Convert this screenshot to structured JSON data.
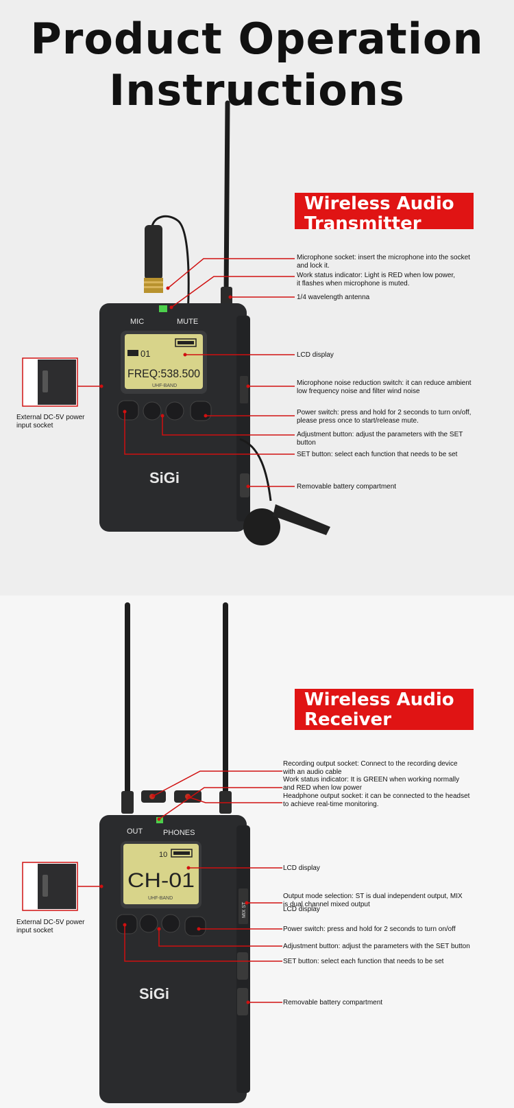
{
  "title": {
    "line1": "Product Operation",
    "line2": "Instructions"
  },
  "transmitter": {
    "banner": {
      "line1": "Wireless Audio",
      "line2": "Transmitter"
    },
    "device": {
      "mic_label": "MIC",
      "mute_label": "MUTE",
      "lcd_top": "01",
      "lcd_freq": "FREQ:538.500",
      "lcd_band": "UHF-BAND",
      "brand": "SiGi"
    },
    "annotations": [
      {
        "line1": "Microphone socket: insert the microphone into the socket",
        "line2": "and lock it."
      },
      {
        "line1": "Work status indicator: Light is RED when low power,",
        "line2": "it flashes when microphone is muted."
      },
      {
        "line1": "1/4 wavelength antenna",
        "line2": ""
      },
      {
        "line1": "LCD display",
        "line2": ""
      },
      {
        "line1": "Microphone noise reduction switch: it can reduce ambient",
        "line2": "low frequency noise and filter wind noise"
      },
      {
        "line1": "Power switch: press and hold for 2 seconds to turn on/off,",
        "line2": "please press once to start/release mute."
      },
      {
        "line1": "Adjustment button: adjust the parameters with the SET",
        "line2": "button"
      },
      {
        "line1": "SET button: select each function that needs to be set",
        "line2": ""
      },
      {
        "line1": "Removable battery compartment",
        "line2": ""
      }
    ],
    "dc_label": {
      "line1": "External DC-5V power",
      "line2": "input socket"
    }
  },
  "receiver": {
    "banner": {
      "line1": "Wireless Audio",
      "line2": "Receiver"
    },
    "device": {
      "out_label": "OUT",
      "phones_label": "PHONES",
      "lcd_top": "10",
      "lcd_main": "CH-01",
      "lcd_band": "UHF-BAND",
      "brand": "SiGi",
      "side_label": "MIX ST"
    },
    "annotations": [
      {
        "line1": "Recording output socket: Connect to the recording device",
        "line2": "with an audio cable"
      },
      {
        "line1": "Work status indicator: It is GREEN when working normally",
        "line2": "and RED when low power"
      },
      {
        "line1": "Headphone output socket: it can be connected to the headset",
        "line2": "to achieve real-time monitoring."
      },
      {
        "line1": "LCD display",
        "line2": ""
      },
      {
        "line1": "Output mode selection: ST is dual independent output, MIX",
        "line2": "is dual channel mixed output"
      },
      {
        "line1": "Power switch: press and hold for 2 seconds to turn on/off",
        "line2": ""
      },
      {
        "line1": "Adjustment button: adjust the parameters with the SET button",
        "line2": ""
      },
      {
        "line1": "SET button: select each function that needs to be set",
        "line2": ""
      },
      {
        "line1": "Removable battery compartment",
        "line2": ""
      }
    ],
    "overlap_label": "LCD display",
    "dc_label": {
      "line1": "External DC-5V power",
      "line2": "input socket"
    }
  },
  "colors": {
    "banner": "#e01414",
    "leader_line": "#d01010",
    "device_body": "#2a2b2d",
    "lcd_bg": "#d8d48a"
  }
}
